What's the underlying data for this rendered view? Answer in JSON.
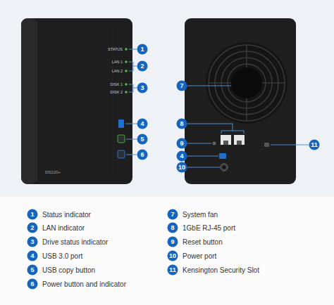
{
  "diagram": {
    "labels": [
      "STATUS",
      "LAN 1",
      "LAN 2",
      "DISK 1",
      "DISK 2",
      "DS220+",
      "1",
      "2",
      "3",
      "4",
      "5",
      "6",
      "7",
      "8",
      "9",
      "4",
      "10",
      "11",
      "1",
      "2",
      "3",
      "4",
      "5",
      "6",
      "7",
      "8",
      "9",
      "10",
      "11"
    ],
    "legend": [
      {
        "text": "Status indicator"
      },
      {
        "text": "LAN indicator"
      },
      {
        "text": "Drive status indicator"
      },
      {
        "text": "USB 3.0 port"
      },
      {
        "text": "USB copy button"
      },
      {
        "text": "Power button and indicator"
      },
      {
        "text": "System fan"
      },
      {
        "text": "1GbE RJ-45 port"
      },
      {
        "text": "Reset button"
      },
      {
        "text": "Power port"
      },
      {
        "text": "Kensington Security Slot"
      }
    ]
  }
}
